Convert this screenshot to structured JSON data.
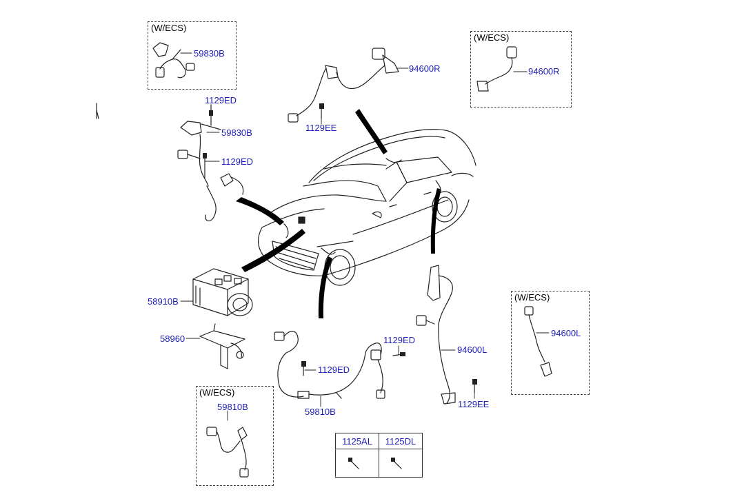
{
  "ecs_tag": "(W/ECS)",
  "labels": {
    "l59830b_top": "59830B",
    "l1129ed_a": "1129ED",
    "l59830b_mid": "59830B",
    "l1129ed_b": "1129ED",
    "l94600r_main": "94600R",
    "l1129ee_top": "1129EE",
    "l94600r_box": "94600R",
    "l58910b": "58910B",
    "l58960": "58960",
    "l1129ed_c": "1129ED",
    "l1129ed_d": "1129ED",
    "l59810b_main": "59810B",
    "l94600l_main": "94600L",
    "l1129ee_bot": "1129EE",
    "l94600l_box": "94600L",
    "l59810b_box": "59810B"
  },
  "fastener_table": {
    "headers": [
      "1125AL",
      "1125DL"
    ]
  },
  "colors": {
    "label": "#1d1db8",
    "line": "#222222"
  }
}
